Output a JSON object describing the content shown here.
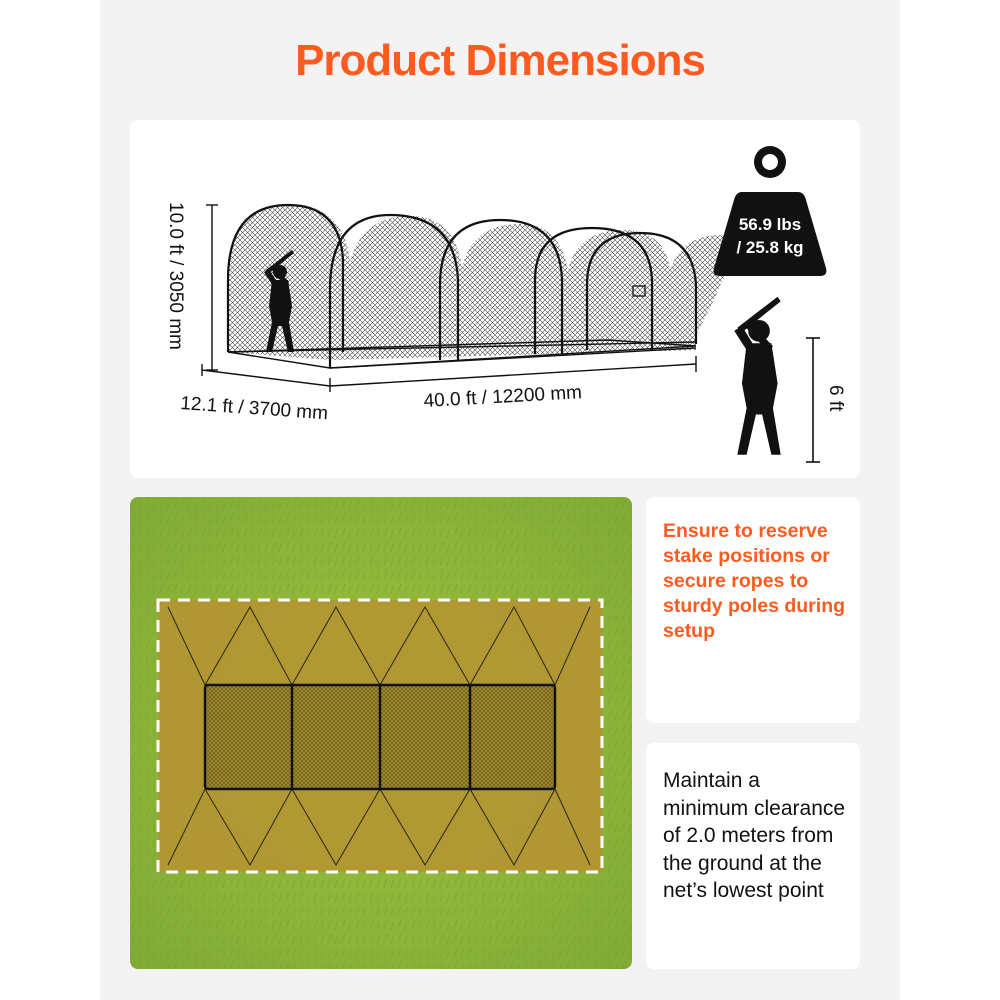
{
  "colors": {
    "accent": "#ff5a1f",
    "grass": "#8fb53a",
    "weight_badge": "#111111"
  },
  "title": "Product Dimensions",
  "dimensions": {
    "height": "10.0 ft / 3050 mm",
    "width": "12.1 ft / 3700 mm",
    "length": "40.0 ft / 12200 mm",
    "person_height": "6 ft"
  },
  "weight": {
    "lbs": "56.9 lbs",
    "kg": "/ 25.8 kg",
    "icon": "weight-icon"
  },
  "notes": [
    {
      "text": "Ensure to reserve stake positions or secure ropes to sturdy poles during setup"
    },
    {
      "text": "Maintain a minimum clearance of 2.0 meters from the ground at the net’s lowest point"
    }
  ],
  "icons": [
    "batter-silhouette-icon",
    "weight-icon"
  ]
}
